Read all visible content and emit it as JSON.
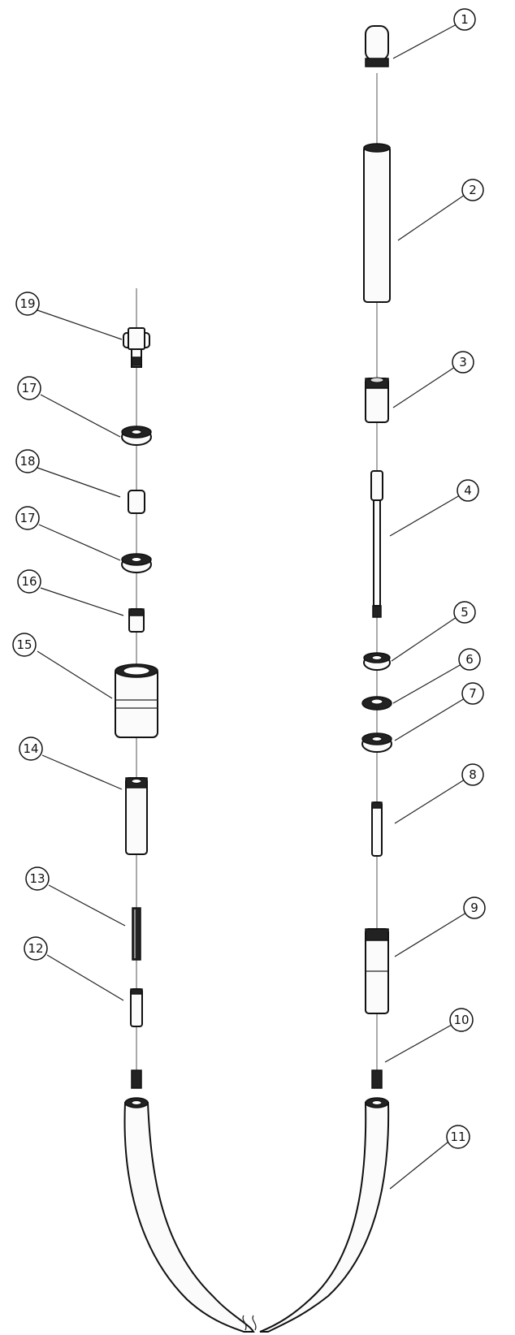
{
  "callouts": {
    "c1": "1",
    "c2": "2",
    "c3": "3",
    "c4": "4",
    "c5": "5",
    "c6": "6",
    "c7": "7",
    "c8": "8",
    "c9": "9",
    "c10": "10",
    "c11": "11",
    "c12": "12",
    "c13": "13",
    "c14": "14",
    "c15": "15",
    "c16": "16",
    "c17a": "17",
    "c17b": "17",
    "c18": "18",
    "c19": "19"
  },
  "colors": {
    "ink": "#111111",
    "paper": "#ffffff"
  }
}
